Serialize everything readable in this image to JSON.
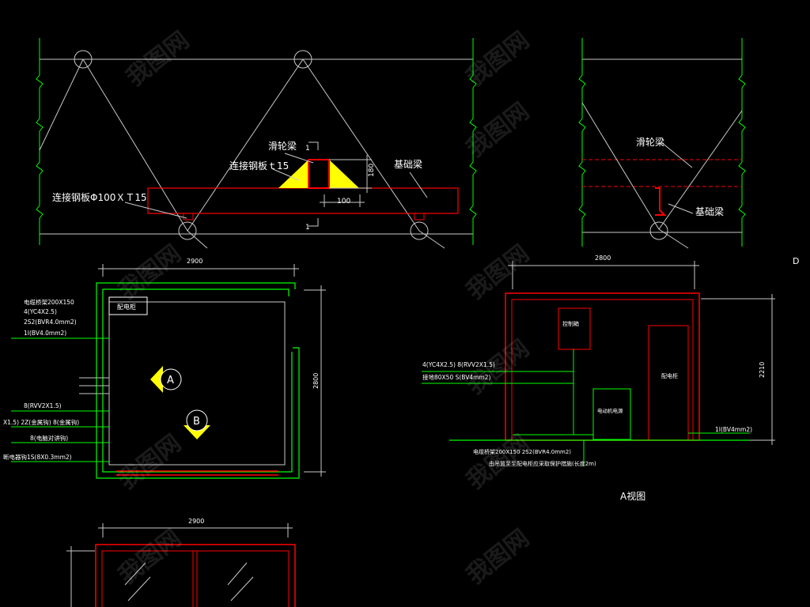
{
  "colors": {
    "background": "#000000",
    "green": "#00ff00",
    "red": "#ff0000",
    "white": "#ffffff",
    "yellow": "#ffff00",
    "gray": "#c8c8c8"
  },
  "detail_top": {
    "label_pulley_beam": "滑轮梁",
    "label_plate_15": "连接钢板ｔ15",
    "label_base_beam": "基础梁",
    "label_plate_phi": "连接钢板Φ100ＸＴ15",
    "dim_180": "180",
    "dim_100": "100",
    "section_mark_top": "1",
    "section_mark_bottom": "1"
  },
  "detail_right": {
    "label_pulley_beam": "滑轮梁",
    "label_base_beam": "基础梁"
  },
  "plan": {
    "width_dim": "2900",
    "height_dim": "2800",
    "panel_label": "配电柜",
    "view_a": "A",
    "view_b": "B",
    "left_labels": [
      "电缆桥架200X150",
      "4(YC4X2.5)",
      "2S2(BVR4.0mm2)",
      "1I(BV4.0mm2)",
      "8(RVV2X1.5)",
      "X1.5)   2Z(金属钩)   8(金属钩)",
      "8(电脑对讲钩)",
      "断电器钩1S(8X0.3mm2)"
    ]
  },
  "elevation_a": {
    "width_dim": "2800",
    "height_dim": "2210",
    "corner_text": "D",
    "box_control": "控制箱",
    "box_motor": "电动机电源",
    "box_panel": "配电柜",
    "label_1": "4(YC4X2.5)   8(RVV2X1.5)",
    "label_2": "接地80X50   S(BV4mm2)",
    "label_3": "1I(BV4mm2)",
    "bottom_1": "电缆桥架200X150   2S2(BVR4.0mm2)",
    "bottom_2": "由吊篮至至配电柜应采取保护措施(长度2m)",
    "caption": "A视图"
  },
  "bottom_plan": {
    "width_dim": "2900"
  },
  "watermark_text": "我图网"
}
